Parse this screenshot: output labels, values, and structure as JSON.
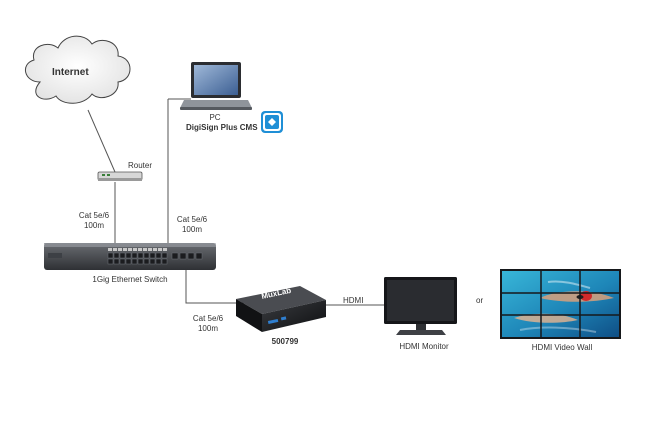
{
  "diagram": {
    "internet_label": "Internet",
    "router_label": "Router",
    "pc_label": "PC",
    "cms_label": "DigiSign Plus CMS",
    "switch_label": "1Gig Ethernet Switch",
    "cable_label_left": [
      "Cat 5e/6",
      "100m"
    ],
    "cable_label_middle": [
      "Cat 5e/6",
      "100m"
    ],
    "cable_label_bottom": [
      "Cat 5e/6",
      "100m"
    ],
    "hdmi_link_label": "HDMI",
    "player_brand": "MuxLab",
    "player_model": "500799",
    "monitor_label": "HDMI Monitor",
    "or_label": "or",
    "videowall_label": "HDMI Video Wall"
  }
}
